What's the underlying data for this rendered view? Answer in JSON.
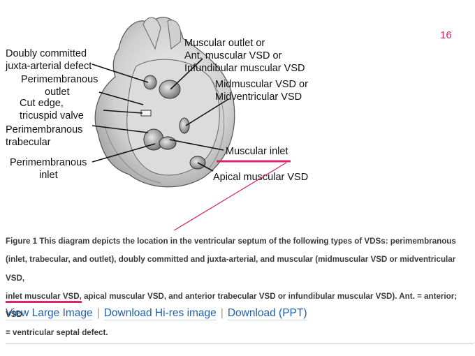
{
  "page_number": "16",
  "diagram": {
    "labels": {
      "doubly": [
        "Doubly committed",
        "juxta-arterial defect"
      ],
      "perimembranous_outlet": [
        "Perimembranous",
        "outlet"
      ],
      "cut_edge": [
        "Cut edge,",
        "tricuspid valve"
      ],
      "perimembranous_trabecular": [
        "Perimembranous",
        "trabecular"
      ],
      "perimembranous_inlet": [
        "Perimembranous",
        "inlet"
      ],
      "muscular_outlet": [
        "Muscular outlet or",
        "Ant. muscular VSD or",
        "Infundibular muscular VSD"
      ],
      "midmuscular": [
        "Midmuscular VSD or",
        "Midventricular VSD"
      ],
      "muscular_inlet": [
        "Muscular inlet"
      ],
      "apical": [
        "Apical muscular VSD"
      ]
    }
  },
  "caption": {
    "line1": "Figure 1  This diagram depicts the location in the ventricular septum of the following types of VDSs: perimembranous",
    "line2": "(inlet, trabecular, and outlet), doubly committed and juxta-arterial, and muscular (midmuscular VSD or midventricular VSD,",
    "line3_highlight": "inlet muscular VSD,",
    "line3_rest": " apical muscular VSD, and anterior trabecular VSD or infundibular muscular VSD). Ant. = anterior; VSD",
    "line4": "= ventricular septal defect."
  },
  "links": {
    "view_large": "View Large Image",
    "hires": "Download Hi-res image",
    "ppt": "Download (PPT)",
    "separator": "|"
  },
  "colors": {
    "annotation": "#d9246e",
    "link": "#1f5fa8"
  }
}
